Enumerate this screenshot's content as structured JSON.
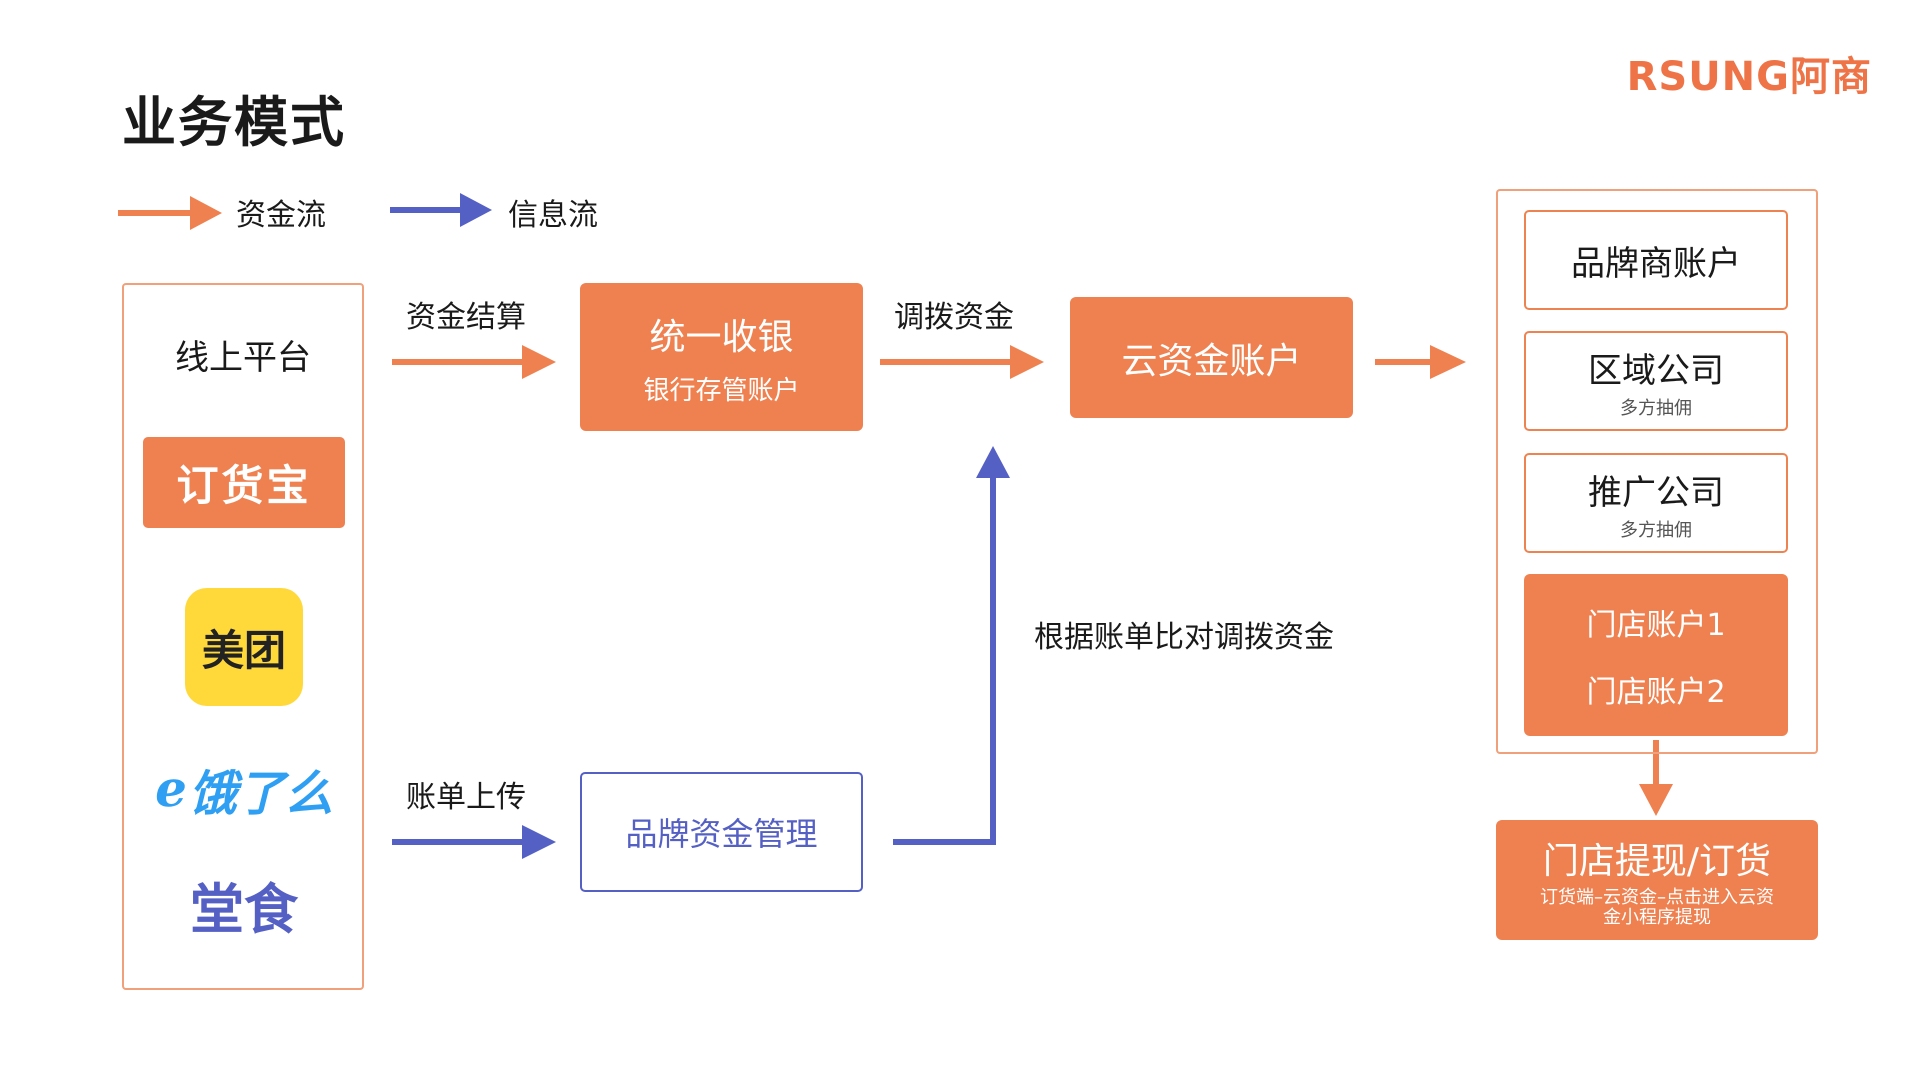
{
  "title": "业务模式",
  "brand": "RSUNG阿商",
  "legend": {
    "money_flow": "资金流",
    "info_flow": "信息流"
  },
  "platforms": {
    "header": "线上平台",
    "items": [
      "订货宝",
      "美团",
      "饿了么",
      "堂食"
    ]
  },
  "edges": {
    "settlement": "资金结算",
    "allocate": "调拨资金",
    "bill_upload": "账单上传",
    "reconcile": "根据账单比对调拨资金"
  },
  "nodes": {
    "unified_cashier": {
      "title": "统一收银",
      "subtitle": "银行存管账户"
    },
    "cloud_account": {
      "title": "云资金账户"
    },
    "brand_fund_mgmt": {
      "title": "品牌资金管理"
    }
  },
  "accounts": {
    "brand_owner": {
      "title": "品牌商账户"
    },
    "regional": {
      "title": "区域公司",
      "subtitle": "多方抽佣"
    },
    "promotion": {
      "title": "推广公司",
      "subtitle": "多方抽佣"
    },
    "store1": {
      "title": "门店账户1"
    },
    "store2": {
      "title": "门店账户2"
    }
  },
  "withdraw": {
    "title": "门店提现/订货",
    "subtitle_line1": "订货端–云资金–点击进入云资",
    "subtitle_line2": "金小程序提现"
  },
  "colors": {
    "orange": "#ef8150",
    "blue": "#5560c4",
    "meituan_yellow": "#ffd83a",
    "eleme_blue": "#2e9ff2"
  }
}
